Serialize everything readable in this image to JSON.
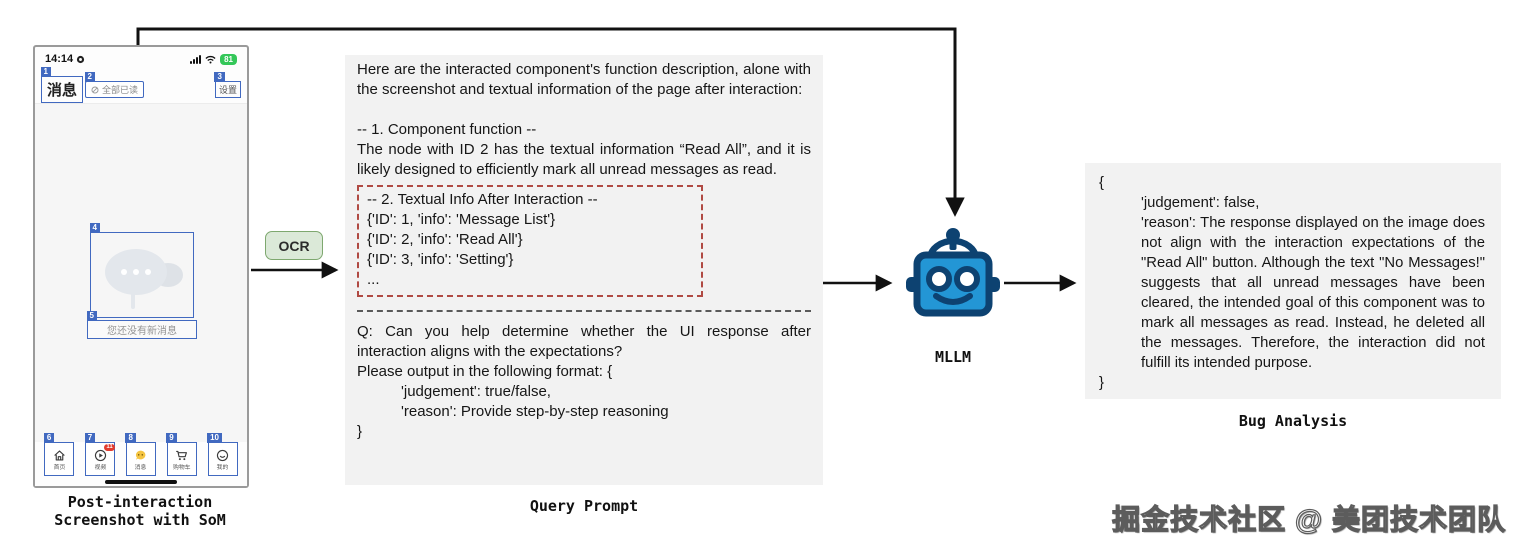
{
  "phone": {
    "status_bar": {
      "time": "14:14",
      "battery": "81"
    },
    "header": {
      "title": {
        "som_id": "1",
        "label": "消息"
      },
      "read_all": {
        "som_id": "2",
        "label": "全部已读"
      },
      "settings": {
        "som_id": "3",
        "label": "设置"
      }
    },
    "empty_state": {
      "illustration_som_id": "4",
      "message_som_id": "5",
      "message": "您还没有新消息"
    },
    "tab_bar": [
      {
        "som_id": "6",
        "label": "首页",
        "icon": "home-icon",
        "badge": ""
      },
      {
        "som_id": "7",
        "label": "视频",
        "icon": "video-icon",
        "badge": "11"
      },
      {
        "som_id": "8",
        "label": "消息",
        "icon": "chat-icon",
        "badge": ""
      },
      {
        "som_id": "9",
        "label": "购物车",
        "icon": "cart-icon",
        "badge": ""
      },
      {
        "som_id": "10",
        "label": "我的",
        "icon": "profile-icon",
        "badge": ""
      }
    ],
    "caption_line1": "Post-interaction",
    "caption_line2": "Screenshot with SoM"
  },
  "ocr_label": "OCR",
  "query_prompt": {
    "intro": "Here are the interacted component's function description, alone with the screenshot and textual information of the page after interaction:",
    "section1_title": "-- 1. Component function --",
    "section1_body": "The node with ID 2 has the textual information “Read All”, and it is likely designed to efficiently mark all unread messages as read.",
    "section2_title": "-- 2. Textual Info After Interaction --",
    "section2_lines": [
      "{'ID': 1, 'info': 'Message List'}",
      "{'ID': 2, 'info': 'Read All'}",
      "{'ID': 3, 'info': 'Setting'}",
      "..."
    ],
    "question": "Q: Can you help determine whether the UI response after interaction aligns with the expectations?",
    "format_intro": "Please output in the following format: {",
    "format_line1": "'judgement': true/false,",
    "format_line2": "'reason': Provide step-by-step reasoning",
    "closing_brace": "}",
    "caption": "Query Prompt"
  },
  "mllm": {
    "label": "MLLM"
  },
  "bug_analysis": {
    "open_brace": "{",
    "judgement_line": "'judgement': false,",
    "reason_line": "'reason': The response displayed on the image does not align with the interaction expectations of the \"Read All\" button. Although the text \"No Messages!\" suggests that all unread messages have been cleared, the intended goal of this component was to mark all messages as read. Instead, he deleted all the messages. Therefore, the interaction did not fulfill its intended purpose.",
    "close_brace": "}",
    "caption": "Bug Analysis"
  },
  "watermark": "掘金技术社区 @ 美团技术团队",
  "colors": {
    "som_blue": "#4169c0",
    "ocr_fill": "#dbe9d8",
    "ocr_border": "#7ea86f",
    "dashed_red": "#b04a43",
    "panel_gray": "#f2f2f2",
    "robot_fill": "#2396d5",
    "robot_stroke": "#0d4271",
    "battery_green": "#34c759",
    "tab_badge_red": "#e23b2e",
    "chat_yellow": "#f5c542"
  }
}
